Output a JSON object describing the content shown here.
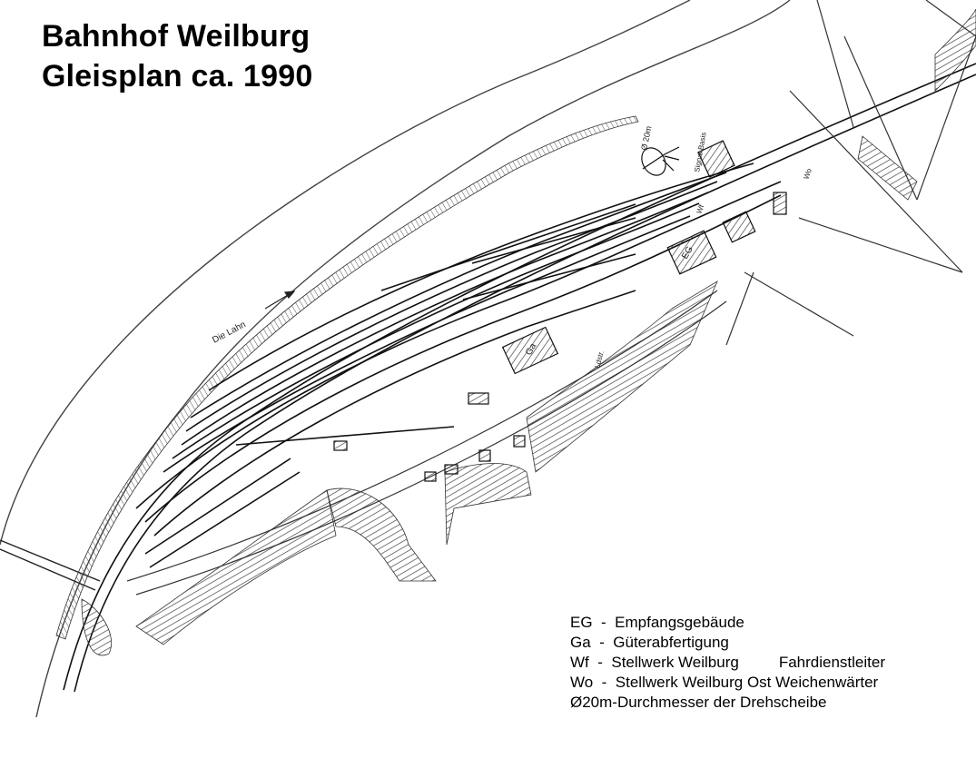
{
  "title": {
    "line1": "Bahnhof Weilburg",
    "line2": "Gleisplan ca. 1990"
  },
  "map_labels": {
    "river": "Die Lahn",
    "turntable": "Ø 20m",
    "signal_base": "Signal-Basis",
    "station_building": "EG",
    "goods_shed": "Ga",
    "signal_box_west": "Wf",
    "signal_box_east": "Wo",
    "loading_ramp": "Ldstr."
  },
  "legend": [
    {
      "abbr": "EG",
      "sep": "-",
      "text": "Empfangsgebäude"
    },
    {
      "abbr": "Ga",
      "sep": "-",
      "text": "Güterabfertigung"
    },
    {
      "abbr": "Wf",
      "sep": "-",
      "text": "Stellwerk Weilburg",
      "role": "Fahrdienstleiter"
    },
    {
      "abbr": "Wo",
      "sep": "-",
      "text": "Stellwerk Weilburg Ost",
      "role": "Weichenwärter"
    },
    {
      "text": "Ø20m-Durchmesser der Drehscheibe"
    }
  ]
}
